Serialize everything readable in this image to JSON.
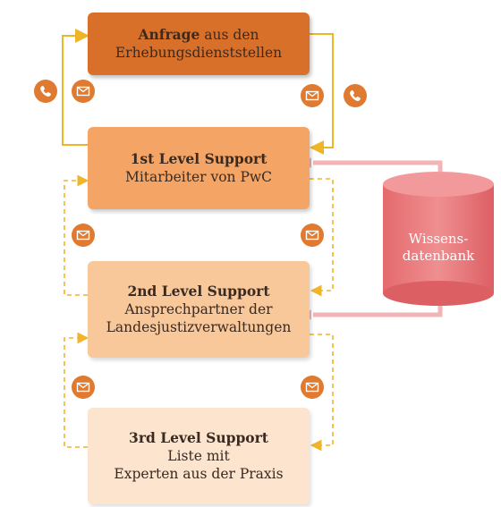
{
  "diagram": {
    "request": {
      "bold": "Anfrage",
      "rest": " aus den",
      "line2": "Erhebungsdienststellen"
    },
    "level1": {
      "title": "1st Level Support",
      "line2": "Mitarbeiter von PwC"
    },
    "level2": {
      "title": "2nd Level Support",
      "line2": "Ansprechpartner der",
      "line3": "Landesjustizverwaltungen"
    },
    "level3": {
      "title": "3rd Level Support",
      "line2": "Liste mit",
      "line3": "Experten aus der Praxis"
    },
    "database": {
      "line1": "Wissens-",
      "line2": "datenbank"
    }
  },
  "colors": {
    "request": "#d9702a",
    "level1": "#f4a566",
    "level2": "#f8c79a",
    "level3": "#fce4cf",
    "arrow": "#f0b429",
    "database": "#e8787a",
    "icon": "#e07a30"
  },
  "icons": [
    "phone-icon",
    "mail-icon"
  ]
}
